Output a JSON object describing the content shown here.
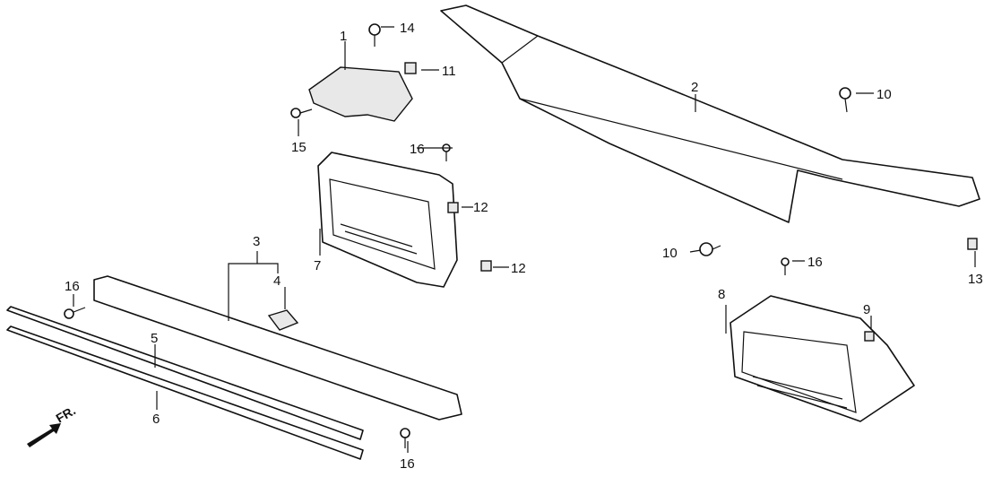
{
  "diagram": {
    "callouts": {
      "p14": "14",
      "p1": "1",
      "p11": "11",
      "p2": "2",
      "p10a": "10",
      "p15": "15",
      "p16a": "16",
      "p12a": "12",
      "p7": "7",
      "p3": "3",
      "p4": "4",
      "p12b": "12",
      "p10b": "10",
      "p16b": "16",
      "p13": "13",
      "p16c": "16",
      "p5": "5",
      "p8": "8",
      "p9": "9",
      "p6": "6",
      "p16d": "16"
    },
    "direction_label": "FR."
  }
}
